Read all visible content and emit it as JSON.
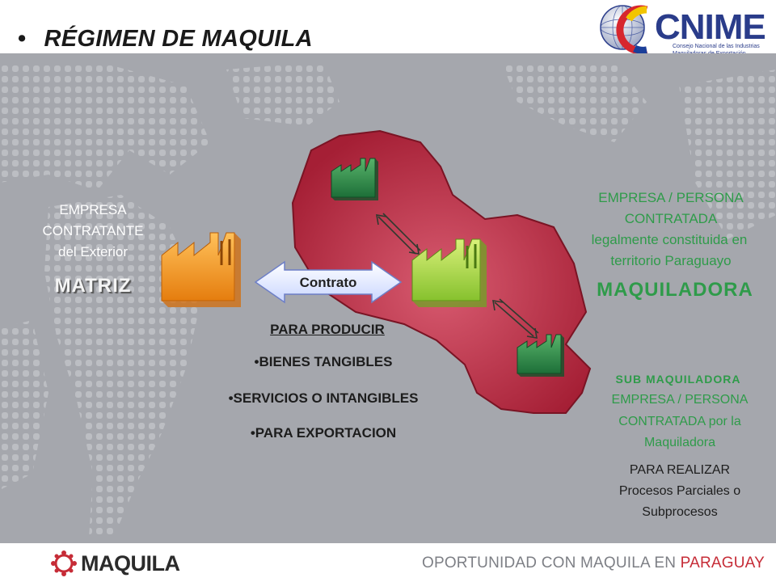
{
  "slide": {
    "bullet": "•",
    "title": "RÉGIMEN DE MAQUILA"
  },
  "logo_cnime": {
    "wordmark": "CNIME",
    "line1": "Consejo Nacional de las Industrias",
    "line2": "Maquiladoras de Exportación"
  },
  "matriz": {
    "line1": "EMPRESA",
    "line2": "CONTRATANTE",
    "line3": "del Exterior",
    "name": "MATRIZ"
  },
  "contract": {
    "label": "Contrato"
  },
  "maquiladora": {
    "line1": "EMPRESA / PERSONA",
    "line2": "CONTRATADA",
    "line3": "legalmente constituida en",
    "line4": "territorio Paraguayo",
    "name": "MAQUILADORA"
  },
  "purpose": {
    "heading": "PARA PRODUCIR",
    "items": [
      "•BIENES TANGIBLES",
      "•SERVICIOS O INTANGIBLES",
      "•PARA EXPORTACION"
    ]
  },
  "sub_maquiladora": {
    "name": "SUB MAQUILADORA",
    "line1": "EMPRESA / PERSONA",
    "line2": "CONTRATADA por la",
    "line3": "Maquiladora",
    "task1": "PARA REALIZAR",
    "task2": "Procesos Parciales o",
    "task3": "Subprocesos"
  },
  "footer": {
    "brand": "MAQUILA",
    "tagline_main": "OPORTUNIDAD CON MAQUILA EN ",
    "tagline_accent": "PARAGUAY"
  },
  "colors": {
    "map_region": "#b3233a",
    "matriz_factory": "#f0a12a",
    "maquiladora_factory": "#a5d24a",
    "sub_factory": "#2c8a4a",
    "text_green": "#2f9b4a",
    "tagline_accent": "#c62c37"
  },
  "icons": [
    "factory-icon",
    "double-arrow-icon",
    "contract-arrow-icon",
    "dotted-world-map"
  ]
}
